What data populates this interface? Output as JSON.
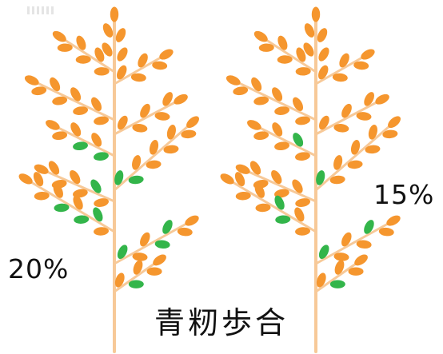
{
  "diagram": {
    "caption": "青籾歩合",
    "left_plant": {
      "percentage_label": "20%"
    },
    "right_plant": {
      "percentage_label": "15%"
    }
  },
  "colors": {
    "stem": "#f7c998",
    "ripe_grain": "#f5962e",
    "green_grain": "#33b54a",
    "text": "#111111"
  },
  "legend_semantics": {
    "ripe_grain": "orange",
    "unripe_grain": "green"
  }
}
